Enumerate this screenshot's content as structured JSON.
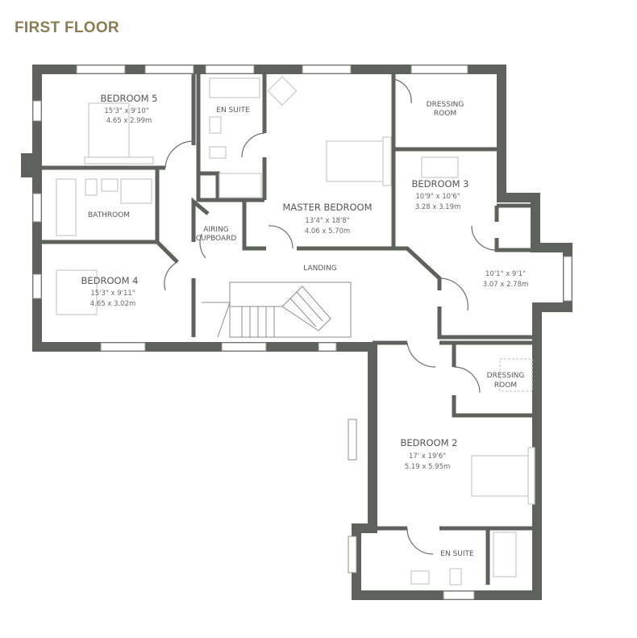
{
  "title": "FIRST FLOOR",
  "colors": {
    "wall": "#5e615e",
    "title": "#8b7d52",
    "background": "#ffffff"
  },
  "rooms": {
    "bedroom5": {
      "name": "BEDROOM 5",
      "imperial": "15'3\" x 9'10\"",
      "metric": "4.65 x 2.99m"
    },
    "ensuite1": {
      "name": "EN SUITE"
    },
    "master": {
      "name": "MASTER BEDROOM",
      "imperial": "13'4\" x 18'8\"",
      "metric": "4.06 x 5.70m"
    },
    "dressing1": {
      "name_line1": "DRESSING",
      "name_line2": "ROOM"
    },
    "bedroom3": {
      "name": "BEDROOM 3",
      "imperial": "10'9\" x 10'6\"",
      "metric": "3.28 x 3.19m"
    },
    "bathroom": {
      "name": "BATHROOM"
    },
    "airing": {
      "name_line1": "AIRING",
      "name_line2": "CUPBOARD"
    },
    "landing": {
      "name": "LANDING"
    },
    "bedroom4": {
      "name": "BEDROOM 4",
      "imperial": "15'3\" x 9'11\"",
      "metric": "4.65 x 3.02m"
    },
    "study": {
      "imperial": "10'1\" x 9'1\"",
      "metric": "3.07 x 2.78m"
    },
    "dressing2": {
      "name_line1": "DRESSING",
      "name_line2": "ROOM"
    },
    "bedroom2": {
      "name": "BEDROOM 2",
      "imperial": "17' x 19'6\"",
      "metric": "5.19 x 5.95m"
    },
    "ensuite2": {
      "name": "EN SUITE"
    }
  }
}
